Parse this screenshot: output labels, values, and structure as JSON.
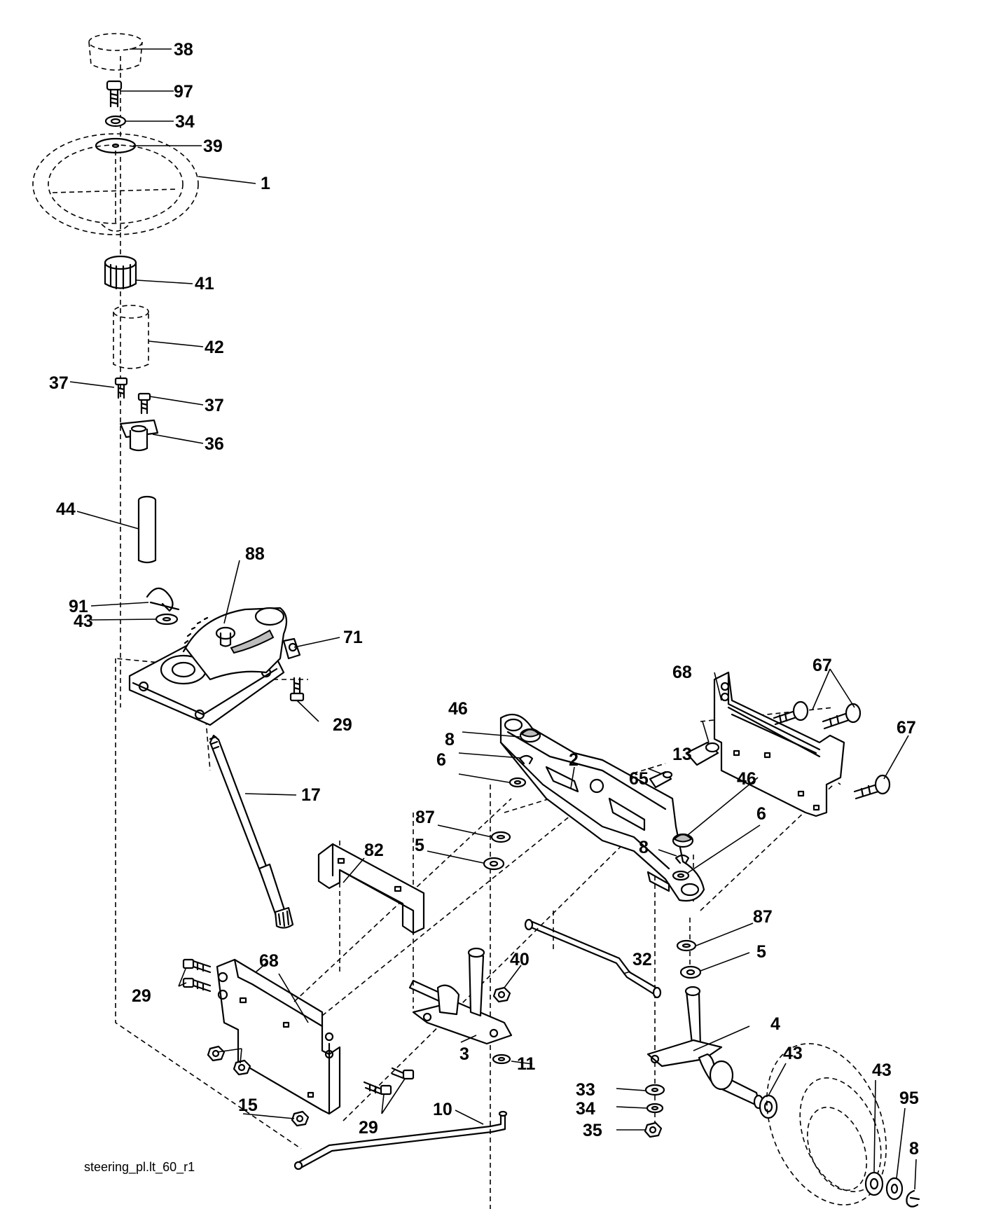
{
  "footer_label": "steering_pl.lt_60_r1",
  "callouts": {
    "c38": "38",
    "c97": "97",
    "c34a": "34",
    "c39": "39",
    "c1": "1",
    "c41": "41",
    "c42": "42",
    "c37a": "37",
    "c37b": "37",
    "c36": "36",
    "c44": "44",
    "c88": "88",
    "c91": "91",
    "c43a": "43",
    "c71": "71",
    "c29a": "29",
    "c17": "17",
    "c68a": "68",
    "c67a": "67",
    "c67b": "67",
    "c46a": "46",
    "c8a": "8",
    "c6a": "6",
    "c2": "2",
    "c65": "65",
    "c13": "13",
    "c46b": "46",
    "c6b": "6",
    "c8b": "8",
    "c87a": "87",
    "c5a": "5",
    "c82": "82",
    "c87b": "87",
    "c5b": "5",
    "c40": "40",
    "c32": "32",
    "c68b": "68",
    "c29b": "29",
    "c3": "3",
    "c11": "11",
    "c4": "4",
    "c43b": "43",
    "c33": "33",
    "c34b": "34",
    "c35": "35",
    "c43c": "43",
    "c95": "95",
    "c8c": "8",
    "c15": "15",
    "c29c": "29",
    "c10": "10"
  }
}
